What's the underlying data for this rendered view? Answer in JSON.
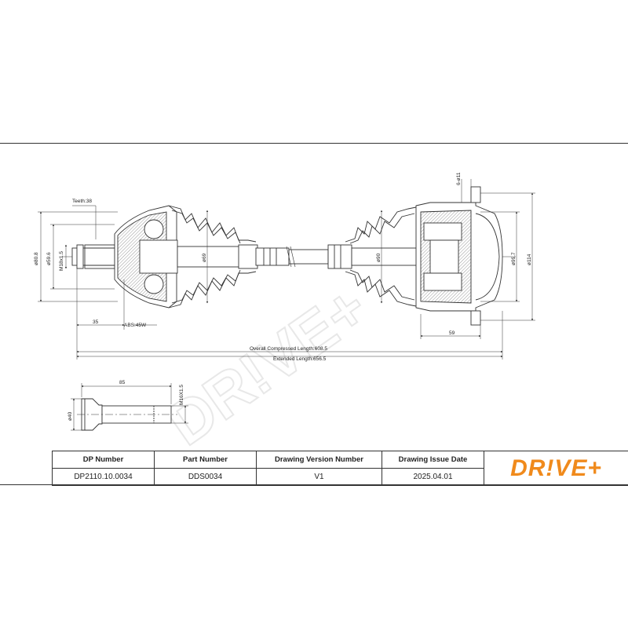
{
  "watermark": "DR!VE+",
  "main_dims": {
    "teeth": "Teeth:38",
    "d80_8": "ø80.8",
    "d59_6": "ø59.6",
    "m18": "M18x1.5",
    "d69": "ø69",
    "d90": "ø90",
    "d99_7": "ø99.7",
    "d114": "ø114",
    "holes": "6-ø11",
    "len35": "35",
    "abs": "ABS:45W",
    "len59": "59",
    "overall": "Overall  Compressed  Length:608.5",
    "extended": "Extended  Length:656.5"
  },
  "bolt_dims": {
    "len85": "85",
    "m16": "M16X1.5",
    "d40": "ø40"
  },
  "title_block": {
    "headers": [
      "DP Number",
      "Part Number",
      "Drawing Version Number",
      "Drawing Issue Date"
    ],
    "values": [
      "DP2110.10.0034",
      "DDS0034",
      "V1",
      "2025.04.01"
    ],
    "logo": "DR!VE+",
    "logo_color": "#f08a1c"
  }
}
